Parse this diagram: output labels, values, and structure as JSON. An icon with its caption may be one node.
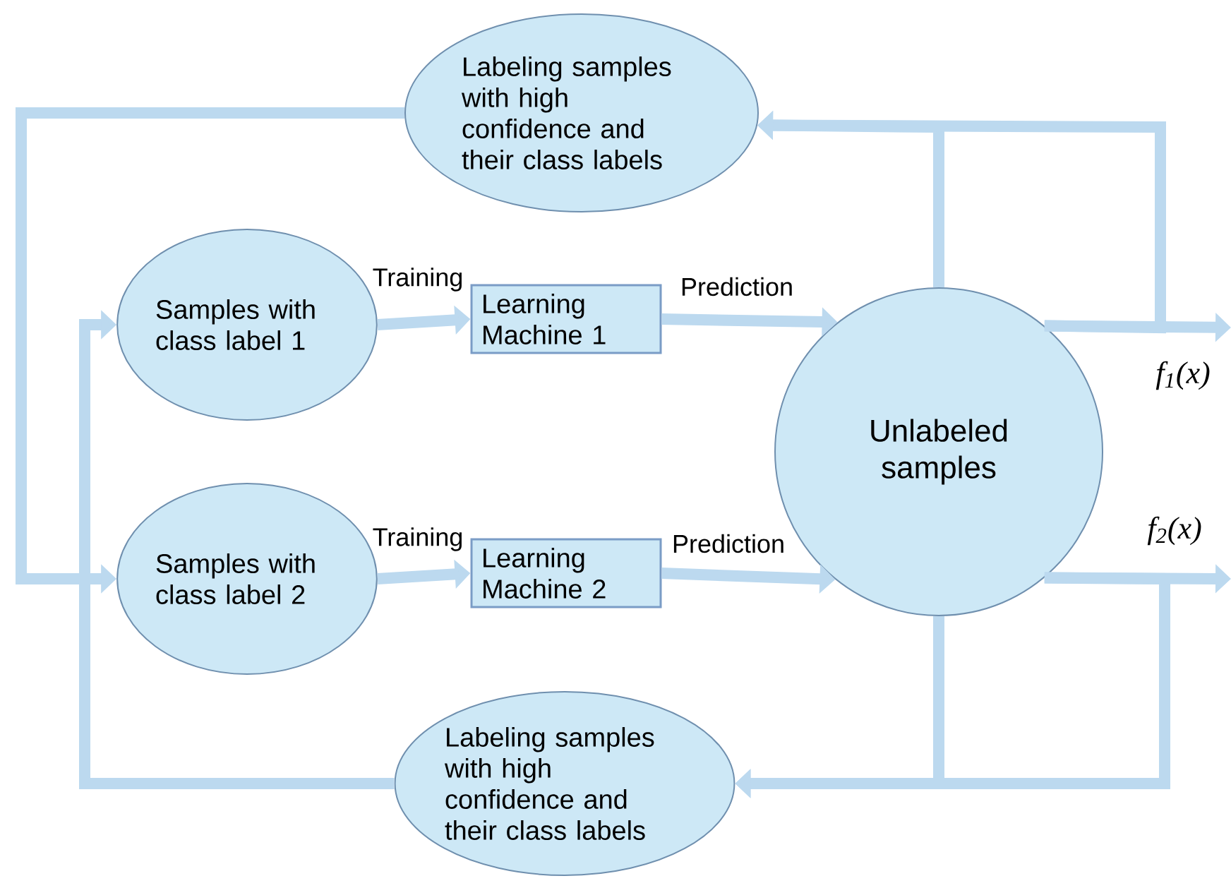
{
  "diagram": {
    "nodes": [
      {
        "text": [
          "Labeling samples with high confidence and their class labels"
        ]
      },
      {
        "text": [
          "Samples with class label 1"
        ]
      },
      {
        "text": [
          "Learning Machine  1"
        ]
      },
      {
        "text": [
          "Unlabeled samples"
        ]
      },
      {
        "text": [
          "Samples with class label 2"
        ]
      },
      {
        "text": [
          "Learning Machine  2"
        ]
      },
      {
        "text": [
          "Labeling samples with high confidence and their class labels"
        ]
      }
    ],
    "edges": [
      {
        "from": 1,
        "to": 2,
        "arrow": "to",
        "label": "Training"
      },
      {
        "from": 2,
        "to": 3,
        "arrow": "to",
        "label": "Prediction"
      },
      {
        "from": 4,
        "to": 5,
        "arrow": "to",
        "label": "Training"
      },
      {
        "from": 5,
        "to": 3,
        "arrow": "to",
        "label": "Prediction"
      },
      {
        "from": 3,
        "to": 0,
        "arrow": "to"
      },
      {
        "from": 3,
        "to": 0,
        "arrow": "to"
      },
      {
        "from": 0,
        "to": 4,
        "arrow": "to"
      },
      {
        "from": 3,
        "to": 6,
        "arrow": "to"
      },
      {
        "from": 3,
        "to": 6,
        "arrow": "to"
      },
      {
        "from": 6,
        "to": 1,
        "arrow": "to"
      },
      {
        "from": 3,
        "to": null,
        "arrow": "to",
        "label": "f$_{1}$(x)"
      },
      {
        "from": 3,
        "to": null,
        "arrow": "to",
        "label": "f$_{2}$(x)"
      }
    ]
  }
}
